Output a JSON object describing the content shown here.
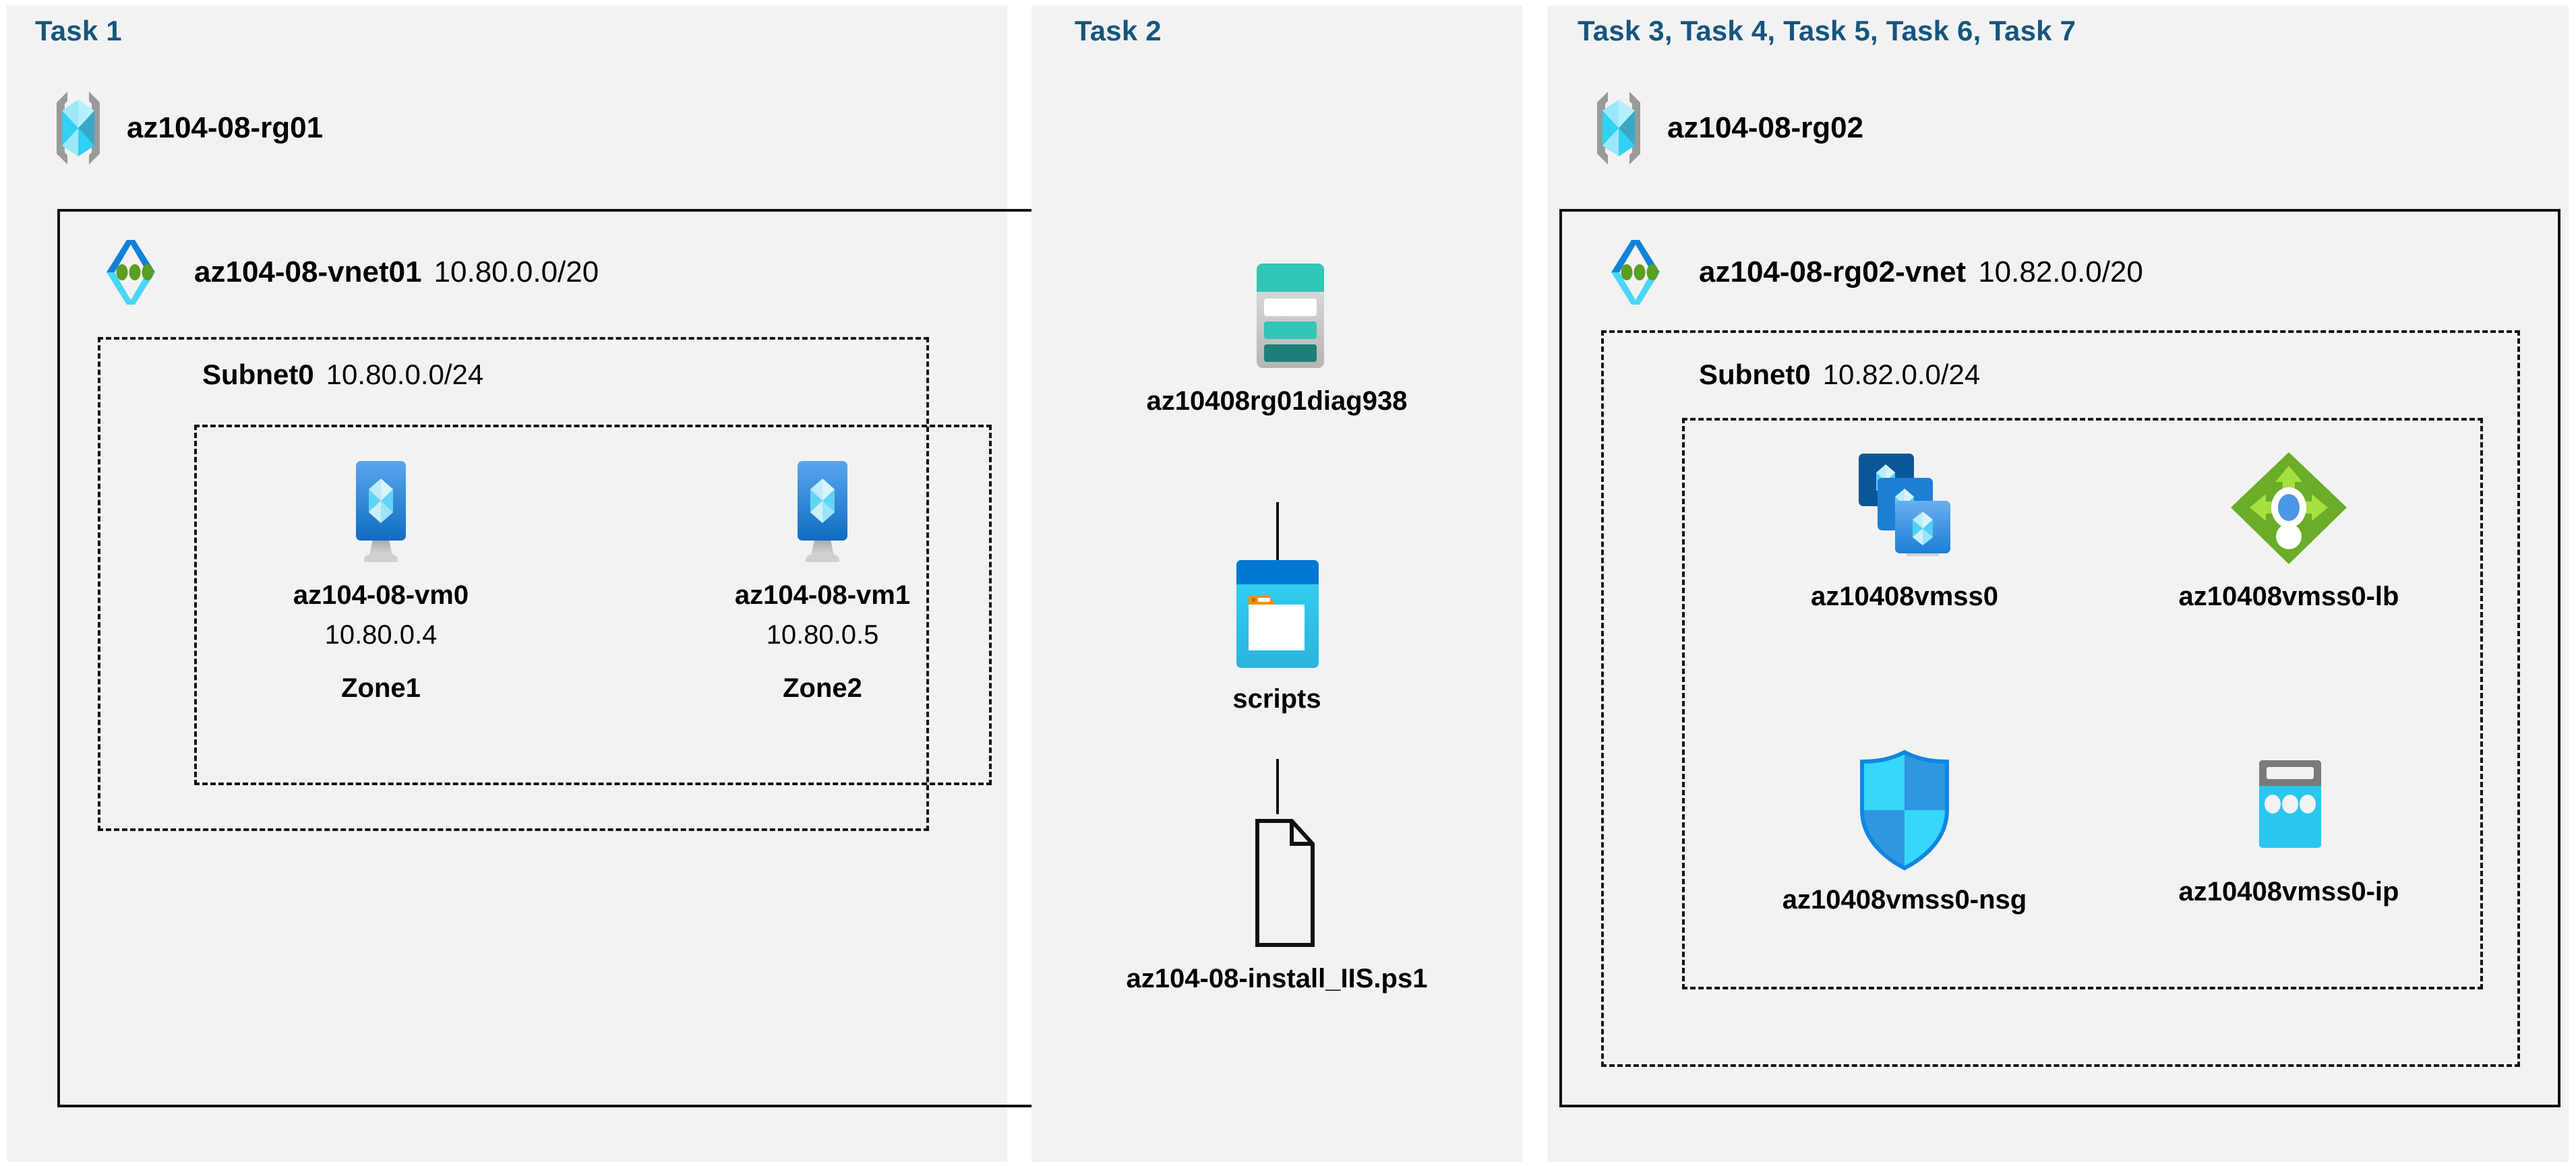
{
  "diagram": {
    "title_color": "#14567f",
    "background": "#f2f2f2",
    "line_color": "#111111"
  },
  "panels": [
    {
      "id": "task1",
      "title": "Task 1",
      "resource_group": {
        "name": "az104-08-rg01",
        "icon": "resource-group-icon"
      },
      "vnet": {
        "name": "az104-08-vnet01",
        "cidr": "10.80.0.0/20",
        "icon": "virtual-network-icon"
      },
      "subnet": {
        "name": "Subnet0",
        "cidr": "10.80.0.0/24"
      },
      "vms": [
        {
          "name": "az104-08-vm0",
          "ip": "10.80.0.4",
          "zone": "Zone1",
          "icon": "virtual-machine-icon"
        },
        {
          "name": "az104-08-vm1",
          "ip": "10.80.0.5",
          "zone": "Zone2",
          "icon": "virtual-machine-icon"
        }
      ]
    },
    {
      "id": "task2",
      "title": "Task 2",
      "items": [
        {
          "name": "az10408rg01diag938",
          "icon": "storage-account-icon"
        },
        {
          "name": "scripts",
          "icon": "blob-container-icon"
        },
        {
          "name": "az104-08-install_IIS.ps1",
          "icon": "file-icon"
        }
      ]
    },
    {
      "id": "task3-7",
      "title": "Task 3, Task 4, Task 5, Task 6, Task 7",
      "resource_group": {
        "name": "az104-08-rg02",
        "icon": "resource-group-icon"
      },
      "vnet": {
        "name": "az104-08-rg02-vnet",
        "cidr": "10.82.0.0/20",
        "icon": "virtual-network-icon"
      },
      "subnet": {
        "name": "Subnet0",
        "cidr": "10.82.0.0/24"
      },
      "resources": [
        {
          "name": "az10408vmss0",
          "icon": "vm-scale-set-icon"
        },
        {
          "name": "az10408vmss0-lb",
          "icon": "load-balancer-icon"
        },
        {
          "name": "az10408vmss0-nsg",
          "icon": "network-security-group-icon"
        },
        {
          "name": "az10408vmss0-ip",
          "icon": "public-ip-address-icon"
        }
      ]
    }
  ],
  "colors": {
    "task_title": "#14567f",
    "rg_bracket": "#9a9a9a",
    "rg_cube_light": "#9be8fb",
    "rg_cube_mid": "#32d0f5",
    "rg_cube_dark": "#3aa8c4",
    "vnet_blue": "#0f82d8",
    "vnet_cyan": "#4ad6f7",
    "vnet_dot": "#5a9e24",
    "vm_blue_top": "#5aa6ef",
    "vm_blue_bottom": "#0f6cc0",
    "storage_teal": "#31c6b5",
    "storage_teal_dark": "#1f7f78",
    "storage_gray": "#bdbdbd",
    "blob_header": "#0078d4",
    "blob_body": "#32c8ef",
    "blob_tab": "#f2920c",
    "vmss_dark": "#0b5699",
    "vmss_mid": "#1c7fd4",
    "vmss_light": "#5ba3e8",
    "lb_green": "#6aad28",
    "lb_arrow": "#a5e041",
    "lb_circle": "#4c96e8",
    "nsg_cyan": "#37d6fb",
    "nsg_blue": "#2f97e0",
    "nsg_outline": "#0f86e0",
    "ip_gray": "#7a7a7a",
    "ip_cyan": "#2bc6ef"
  }
}
